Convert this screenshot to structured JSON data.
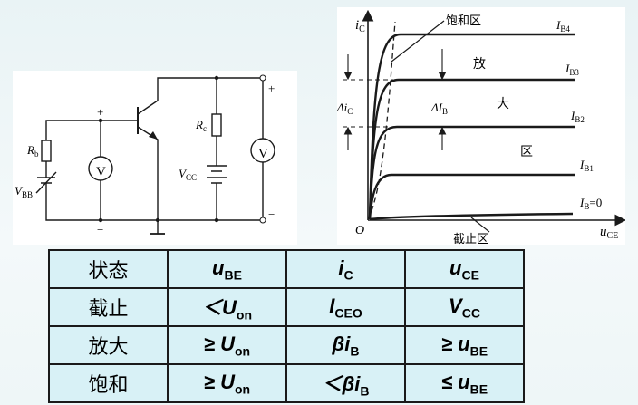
{
  "circuit": {
    "labels": {
      "rb": "R",
      "rb_sub": "b",
      "vbb": "V",
      "vbb_sub": "BB",
      "rc": "R",
      "rc_sub": "c",
      "vcc": "V",
      "vcc_sub": "CC",
      "plus_in": "+",
      "minus_in": "−",
      "plus_out": "+",
      "minus_out": "−",
      "meter_left": "V",
      "meter_right": "V"
    }
  },
  "graph": {
    "y_axis": "i",
    "y_axis_sub": "C",
    "x_axis": "u",
    "x_axis_sub": "CE",
    "origin": "O",
    "saturation_region": "饱和区",
    "cutoff_region": "截止区",
    "amp_region_chars": [
      "放",
      "大",
      "区"
    ],
    "delta_ic": "Δi",
    "delta_ic_sub": "C",
    "delta_ib": "ΔI",
    "delta_ib_sub": "B",
    "curves": [
      {
        "name": "I",
        "sub": "B4",
        "suffix": ""
      },
      {
        "name": "I",
        "sub": "B3",
        "suffix": ""
      },
      {
        "name": "I",
        "sub": "B2",
        "suffix": ""
      },
      {
        "name": "I",
        "sub": "B1",
        "suffix": ""
      },
      {
        "name": "I",
        "sub": "B",
        "suffix": "=0"
      }
    ]
  },
  "table": {
    "header": {
      "state": "状态",
      "col1": {
        "sym": "u",
        "sub": "BE"
      },
      "col2": {
        "sym": "i",
        "sub": "C"
      },
      "col3": {
        "sym": "u",
        "sub": "CE"
      }
    },
    "rows": [
      {
        "state": "截止",
        "c1": {
          "pre": "＜",
          "sym": "U",
          "sub": "on"
        },
        "c2": {
          "pre": "",
          "sym": "I",
          "sub": "CEO"
        },
        "c3": {
          "pre": "",
          "sym": "V",
          "sub": "CC"
        }
      },
      {
        "state": "放大",
        "c1": {
          "pre": "≥ ",
          "sym": "U",
          "sub": "on"
        },
        "c2": {
          "pre": "",
          "sym": "βi",
          "sub": "B"
        },
        "c3": {
          "pre": "≥ ",
          "sym": "u",
          "sub": "BE"
        }
      },
      {
        "state": "饱和",
        "c1": {
          "pre": "≥ ",
          "sym": "U",
          "sub": "on"
        },
        "c2": {
          "pre": "＜",
          "sym": "βi",
          "sub": "B"
        },
        "c3": {
          "pre": "≤ ",
          "sym": "u",
          "sub": "BE"
        }
      }
    ]
  }
}
